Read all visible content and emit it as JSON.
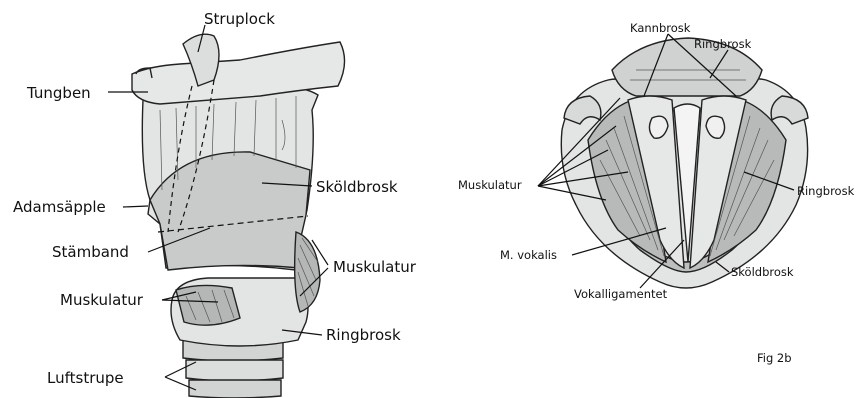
{
  "left_figure": {
    "labels": {
      "struplock": "Struplock",
      "tungben": "Tungben",
      "skoldbrosk": "Sköldbrosk",
      "adamsapple": "Adamsäpple",
      "stamband": "Stämband",
      "muskulatur_right": "Muskulatur",
      "muskulatur_left": "Muskulatur",
      "ringbrosk": "Ringbrosk",
      "luftstrupe": "Luftstrupe"
    }
  },
  "right_figure": {
    "labels": {
      "kannbrosk": "Kannbrosk",
      "ringbrosk_top": "Ringbrosk",
      "muskulatur": "Muskulatur",
      "ringbrosk_right": "Ringbrosk",
      "m_vokalis": "M. vokalis",
      "skoldbrosk": "Sköldbrosk",
      "vokalligamentet": "Vokalligamentet"
    },
    "caption": "Fig 2b"
  },
  "colors": {
    "cartilage": "#e3e4e4",
    "cartilage_shade": "#c4c6c6",
    "muscle": "#b5b7b7",
    "outline": "#222222",
    "text": "#111111"
  }
}
